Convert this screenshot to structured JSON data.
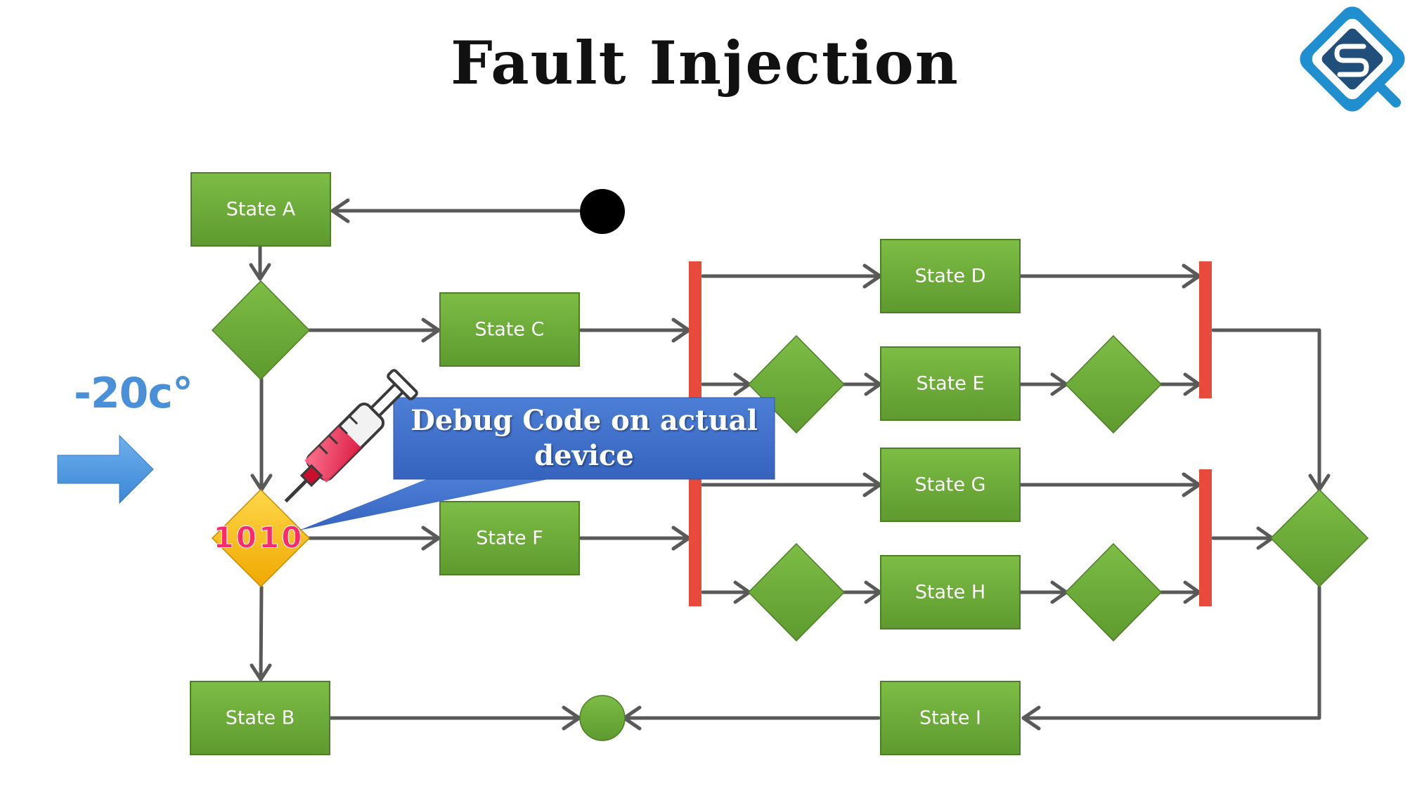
{
  "title": "Fault Injection",
  "temperature_label": "-20c°",
  "callout_text": "Debug Code on actual device",
  "fault_code": "1010",
  "states": {
    "a": "State A",
    "b": "State B",
    "c": "State C",
    "d": "State D",
    "e": "State E",
    "f": "State F",
    "g": "State G",
    "h": "State H",
    "i": "State I"
  },
  "icons": {
    "logo": "logo-icon",
    "syringe": "syringe-icon",
    "arrow": "right-arrow-icon"
  },
  "colors": {
    "state_fill": "#6aa835",
    "state_border": "#4e7f28",
    "bar": "#e84a3c",
    "connector": "#595959",
    "fault_diamond": "#f5c518",
    "fault_text": "#ff2a6d",
    "callout": "#3f6fc9",
    "temperature": "#4a90d9"
  }
}
